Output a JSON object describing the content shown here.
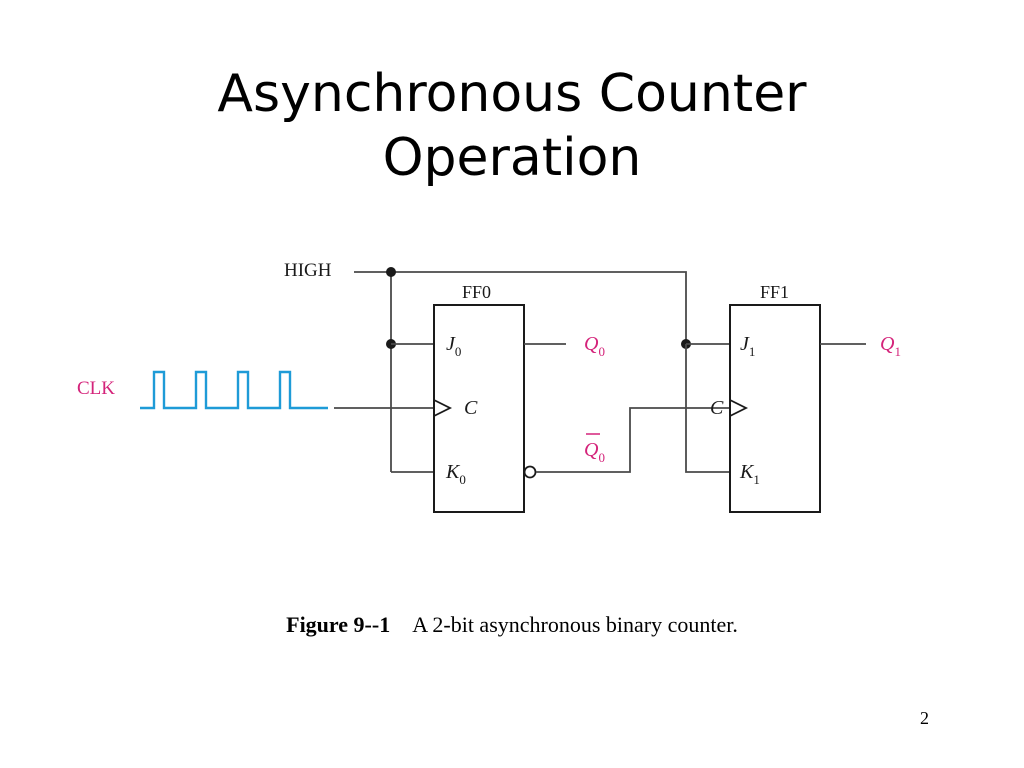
{
  "slide": {
    "title_line1": "Asynchronous Counter",
    "title_line2": "Operation",
    "page_number": "2"
  },
  "diagram": {
    "high_label": "HIGH",
    "clk_label": "CLK",
    "ff0": {
      "name": "FF0",
      "j_label": "J",
      "j_sub": "0",
      "c_label": "C",
      "k_label": "K",
      "k_sub": "0"
    },
    "ff1": {
      "name": "FF1",
      "j_label": "J",
      "j_sub": "1",
      "c_label": "C",
      "k_label": "K",
      "k_sub": "1"
    },
    "q0_label": "Q",
    "q0_sub": "0",
    "q0bar_label": "Q",
    "q0bar_sub": "0",
    "q1_label": "Q",
    "q1_sub": "1",
    "colors": {
      "wire": "#4a4a4a",
      "output_label": "#d4237a",
      "clock": "#1e9bd7"
    }
  },
  "caption": {
    "figure_number": "Figure 9--1",
    "text": "A 2-bit asynchronous binary counter."
  }
}
